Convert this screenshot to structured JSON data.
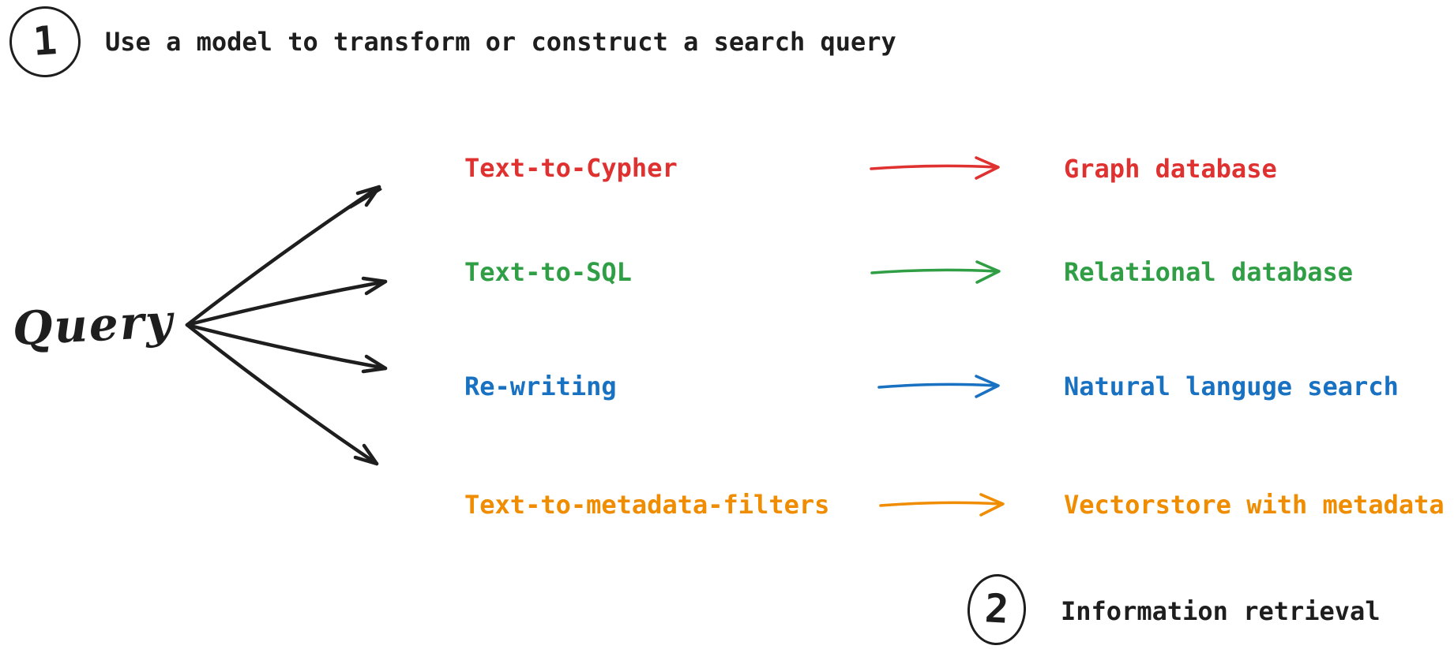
{
  "canvas": {
    "background": "#ffffff",
    "ink": "#1e1e1e"
  },
  "steps": [
    {
      "number": "1",
      "label": "Use a model to transform or construct a search query"
    },
    {
      "number": "2",
      "label": "Information retrieval"
    }
  ],
  "query": {
    "label": "Query"
  },
  "rows": [
    {
      "method": "Text-to-Cypher",
      "target": "Graph database",
      "color": "#e03131"
    },
    {
      "method": "Text-to-SQL",
      "target": "Relational database",
      "color": "#2f9e44"
    },
    {
      "method": "Re-writing",
      "target": "Natural languge search",
      "color": "#1971c2"
    },
    {
      "method": "Text-to-metadata-filters",
      "target": "Vectorstore with metadata",
      "color": "#f08c00"
    }
  ]
}
